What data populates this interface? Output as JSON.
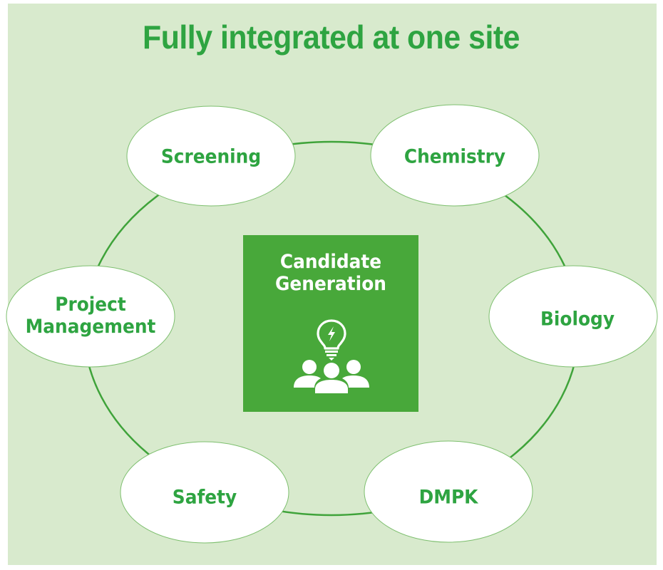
{
  "title": "Fully integrated at one site",
  "colors": {
    "panel_background": "#d8eacd",
    "accent_green": "#2ea441",
    "center_box": "#48a83a",
    "node_fill": "#ffffff",
    "connector": "#3fa33a"
  },
  "center": {
    "title_line1": "Candidate",
    "title_line2": "Generation",
    "icon": "team-lightbulb-idea-icon"
  },
  "nodes": [
    {
      "id": "screening",
      "label_lines": [
        "Screening"
      ]
    },
    {
      "id": "chemistry",
      "label_lines": [
        "Chemistry"
      ]
    },
    {
      "id": "biology",
      "label_lines": [
        "Biology"
      ]
    },
    {
      "id": "dmpk",
      "label_lines": [
        "DMPK"
      ]
    },
    {
      "id": "safety",
      "label_lines": [
        "Safety"
      ]
    },
    {
      "id": "project-management",
      "label_lines": [
        "Project",
        "Management"
      ]
    }
  ]
}
